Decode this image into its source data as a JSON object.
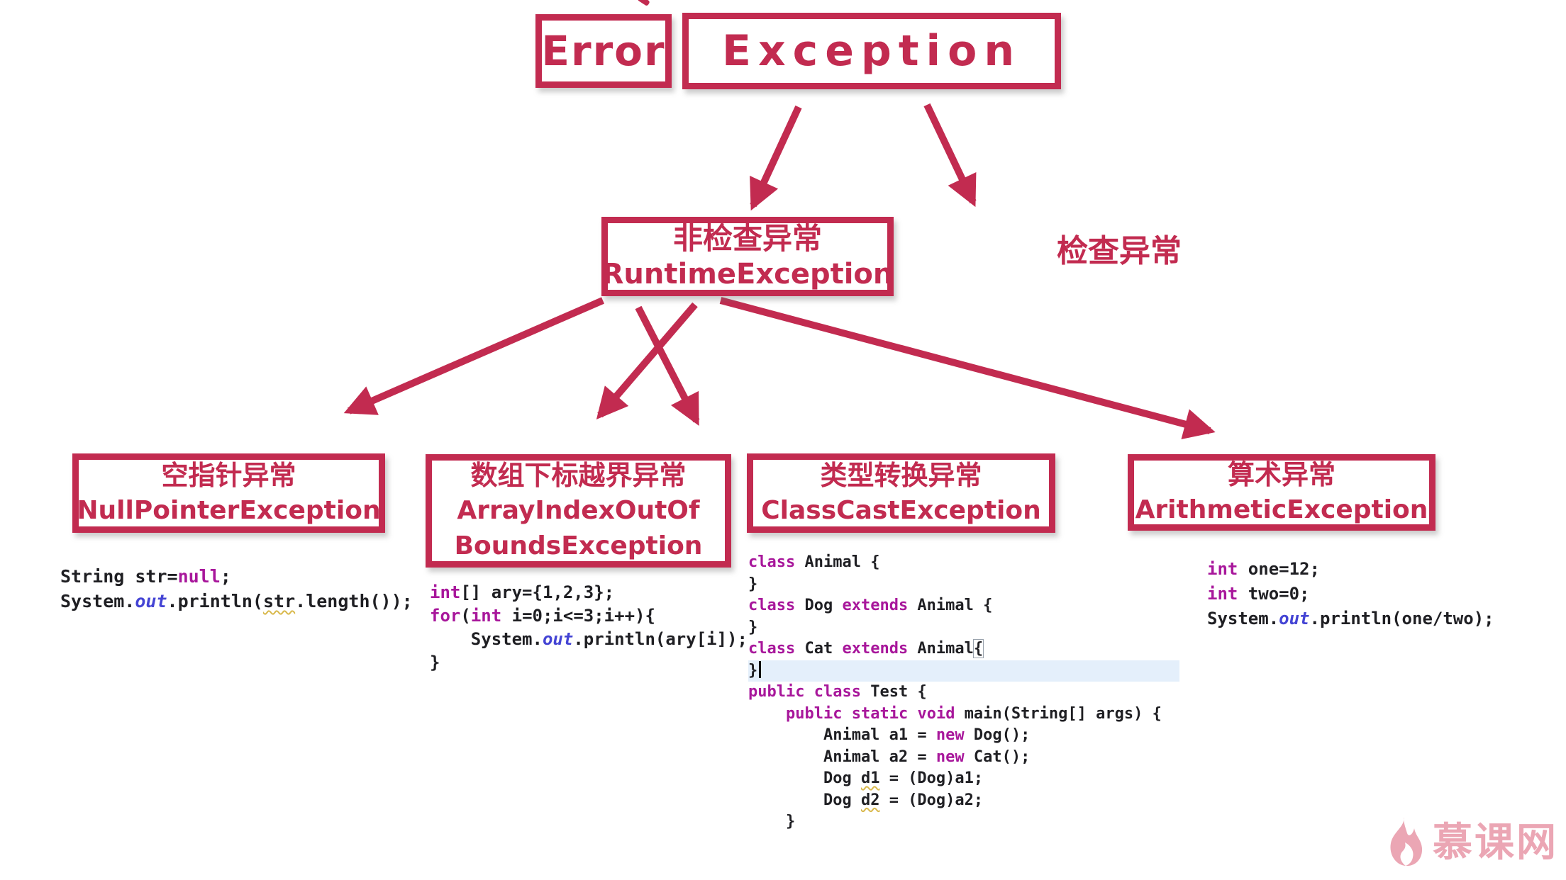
{
  "colors": {
    "crimson": "#C22B50",
    "keyword": "#A8179B",
    "code_plain": "#1F1F23",
    "static_field_blue": "#4444D4",
    "warning_squiggle": "#D9B94D",
    "current_line_highlight": "#E4EFFB",
    "watermark_pink": "#EBA6B4"
  },
  "nodes": {
    "error": "Error",
    "exception": "Exception",
    "unchecked": {
      "line1": "非检查异常",
      "line2": "RuntimeException"
    },
    "checked": "检查异常",
    "leaves": [
      {
        "lines": [
          "空指针异常",
          "NullPointerException"
        ]
      },
      {
        "lines": [
          "数组下标越界异常",
          "ArrayIndexOutOf",
          "BoundsException"
        ]
      },
      {
        "lines": [
          "类型转换异常",
          "ClassCastException"
        ]
      },
      {
        "lines": [
          "算术异常",
          "ArithmeticException"
        ]
      }
    ]
  },
  "code": {
    "nullpointer": {
      "lines": [
        {
          "t": [
            [
              "p",
              "String str="
            ],
            [
              "k",
              "null"
            ],
            [
              "p",
              ";"
            ]
          ]
        },
        {
          "t": [
            [
              "p",
              "System."
            ],
            [
              "o",
              "out"
            ],
            [
              "p",
              ".println("
            ],
            [
              "w",
              "str"
            ],
            [
              "p",
              ".length());"
            ]
          ]
        }
      ]
    },
    "arrayindex": {
      "lines": [
        {
          "t": [
            [
              "k",
              "int"
            ],
            [
              "p",
              "[] ary={1,2,3};"
            ]
          ]
        },
        {
          "t": [
            [
              "k",
              "for"
            ],
            [
              "p",
              "("
            ],
            [
              "k",
              "int"
            ],
            [
              "p",
              " i=0;i<=3;i++){"
            ]
          ]
        },
        {
          "t": [
            [
              "p",
              "    System."
            ],
            [
              "o",
              "out"
            ],
            [
              "p",
              ".println(ary[i]);"
            ]
          ]
        },
        {
          "t": [
            [
              "p",
              "}"
            ]
          ]
        }
      ]
    },
    "classcast": {
      "lines": [
        {
          "t": [
            [
              "k",
              "class"
            ],
            [
              "p",
              " Animal {"
            ]
          ]
        },
        {
          "t": [
            [
              "p",
              "}"
            ]
          ]
        },
        {
          "t": [
            [
              "k",
              "class"
            ],
            [
              "p",
              " Dog "
            ],
            [
              "k",
              "extends"
            ],
            [
              "p",
              " Animal {"
            ]
          ]
        },
        {
          "t": [
            [
              "p",
              "}"
            ]
          ]
        },
        {
          "t": [
            [
              "k",
              "class"
            ],
            [
              "p",
              " Cat "
            ],
            [
              "k",
              "extends"
            ],
            [
              "p",
              " Animal"
            ],
            [
              "b",
              "{"
            ]
          ]
        },
        {
          "hl": true,
          "t": [
            [
              "p",
              "}"
            ],
            [
              "cur",
              ""
            ]
          ]
        },
        {
          "t": [
            [
              "k",
              "public"
            ],
            [
              "p",
              " "
            ],
            [
              "k",
              "class"
            ],
            [
              "p",
              " Test {"
            ]
          ]
        },
        {
          "t": [
            [
              "p",
              "    "
            ],
            [
              "k",
              "public"
            ],
            [
              "p",
              " "
            ],
            [
              "k",
              "static"
            ],
            [
              "p",
              " "
            ],
            [
              "k",
              "void"
            ],
            [
              "p",
              " main(String[] args) {"
            ]
          ]
        },
        {
          "t": [
            [
              "p",
              "        Animal a1 = "
            ],
            [
              "k",
              "new"
            ],
            [
              "p",
              " Dog();"
            ]
          ]
        },
        {
          "t": [
            [
              "p",
              "        Animal a2 = "
            ],
            [
              "k",
              "new"
            ],
            [
              "p",
              " Cat();"
            ]
          ]
        },
        {
          "t": [
            [
              "p",
              "        Dog "
            ],
            [
              "w",
              "d1"
            ],
            [
              "p",
              " = (Dog)a1;"
            ]
          ]
        },
        {
          "t": [
            [
              "p",
              "        Dog "
            ],
            [
              "w",
              "d2"
            ],
            [
              "p",
              " = (Dog)a2;"
            ]
          ]
        },
        {
          "t": [
            [
              "p",
              "    }"
            ]
          ]
        }
      ]
    },
    "arithmetic": {
      "lines": [
        {
          "t": [
            [
              "k",
              "int"
            ],
            [
              "p",
              " one=12;"
            ]
          ]
        },
        {
          "t": [
            [
              "k",
              "int"
            ],
            [
              "p",
              " two=0;"
            ]
          ]
        },
        {
          "t": [
            [
              "p",
              "System."
            ],
            [
              "o",
              "out"
            ],
            [
              "p",
              ".println(one/two);"
            ]
          ]
        }
      ]
    }
  },
  "watermark": {
    "text": "慕课网"
  }
}
